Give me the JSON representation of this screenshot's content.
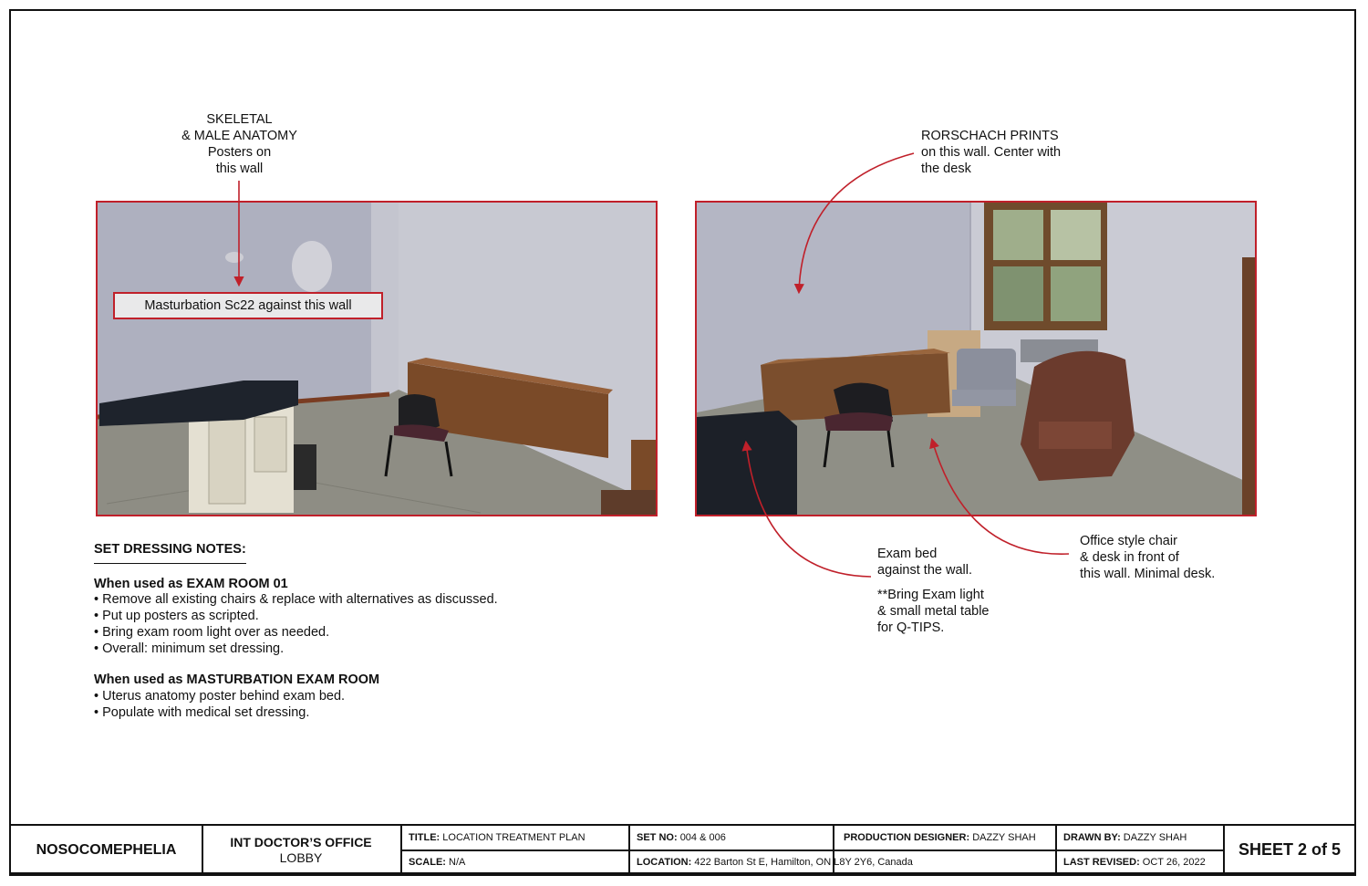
{
  "annotations": {
    "left_poster_note": [
      "SKELETAL",
      "& MALE ANATOMY",
      "Posters on",
      "this wall"
    ],
    "left_callout": "Masturbation Sc22 against this wall",
    "rorschach_note": [
      "RORSCHACH PRINTS",
      "on this wall. Center with",
      "the desk"
    ],
    "exam_bed_note": [
      "Exam bed",
      "against the wall."
    ],
    "exam_light_note": [
      "**Bring Exam light",
      "& small metal table",
      "for Q-TIPS."
    ],
    "office_chair_note": [
      "Office style chair",
      "& desk in front of",
      "this wall. Minimal desk."
    ]
  },
  "notes": {
    "heading": "SET DRESSING NOTES:",
    "section1_title": "When used as EXAM ROOM 01",
    "section1_items": [
      "• Remove all existing chairs & replace with alternatives as discussed.",
      "• Put up posters as scripted.",
      "• Bring exam room light over as needed.",
      "• Overall: minimum set dressing."
    ],
    "section2_title": "When used as MASTURBATION EXAM ROOM",
    "section2_items": [
      "• Uterus anatomy poster behind exam bed.",
      "• Populate with medical set dressing."
    ]
  },
  "title_block": {
    "project": "NOSOCOMEPHELIA",
    "location_name": "INT DOCTOR’S OFFICE",
    "location_sub": "LOBBY",
    "title_label": "TITLE:",
    "title_value": "LOCATION TREATMENT PLAN",
    "scale_label": "SCALE:",
    "scale_value": "N/A",
    "setno_label": "SET NO:",
    "setno_value": "004 & 006",
    "location_label": "LOCATION:",
    "location_value": "422 Barton St E, Hamilton, ON L8Y 2Y6, Canada",
    "pd_label": "PRODUCTION DESIGNER:",
    "pd_value": "DAZZY SHAH",
    "drawn_label": "DRAWN BY:",
    "drawn_value": "DAZZY SHAH",
    "revised_label": "LAST REVISED:",
    "revised_value": "OCT 26, 2022",
    "sheet": "SHEET 2 of 5"
  },
  "colors": {
    "accent_red": "#c0202a",
    "wall": "#c9cad3",
    "floor": "#8d8c81",
    "wood": "#7a4a28"
  }
}
